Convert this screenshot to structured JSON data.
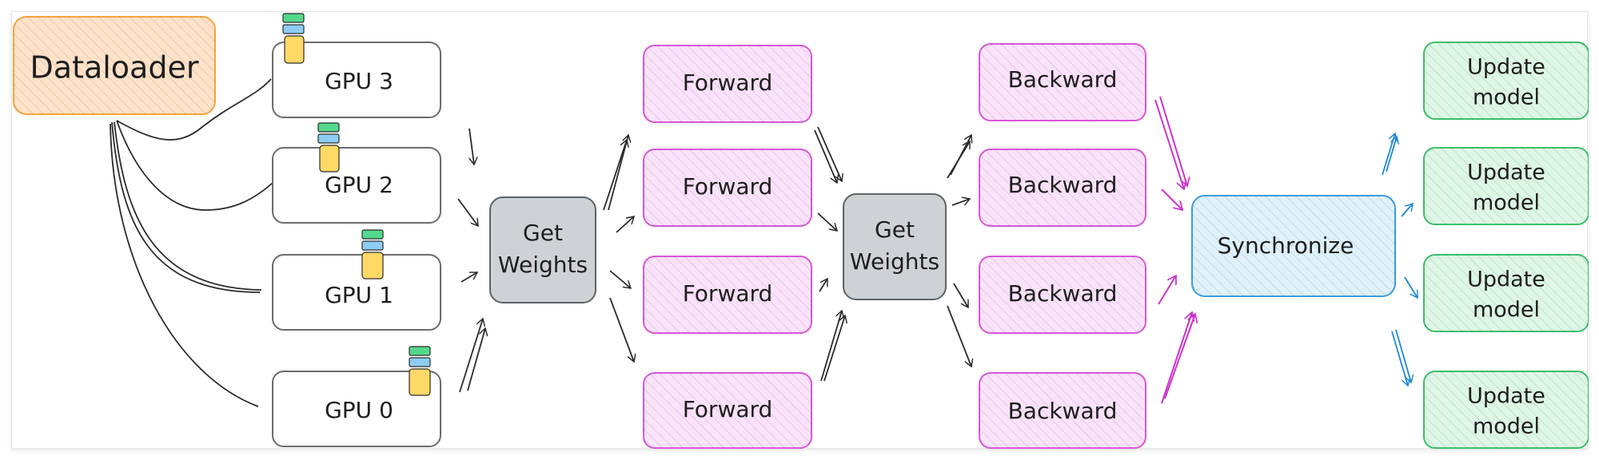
{
  "colors": {
    "dataloader_stroke": "#f5a53c",
    "dataloader_fill": "#ffe2c8",
    "gpu_stroke": "#6b6b6b",
    "gpu_fill": "#ffffff",
    "getweights_stroke": "#5f6266",
    "getweights_fill": "#cfd2d4",
    "forward_stroke": "#d957d9",
    "forward_fill": "#fbe2fb",
    "sync_stroke": "#3b9ddd",
    "sync_fill": "#dff1fb",
    "update_stroke": "#3cbf6a",
    "update_fill": "#ddf6e5",
    "arrow_dark": "#2b2b2b",
    "arrow_magenta": "#cc33cc",
    "arrow_blue": "#1e88d6",
    "chip_green": "#53d98c",
    "chip_blue": "#8ecdf3",
    "chip_yellow": "#ffd966"
  },
  "dataloader": {
    "label": "Dataloader"
  },
  "gpus": [
    "GPU 3",
    "GPU 2",
    "GPU 1",
    "GPU 0"
  ],
  "get_weights": [
    {
      "line1": "Get",
      "line2": "Weights"
    },
    {
      "line1": "Get",
      "line2": "Weights"
    }
  ],
  "forward": [
    "Forward",
    "Forward",
    "Forward",
    "Forward"
  ],
  "backward": [
    "Backward",
    "Backward",
    "Backward",
    "Backward"
  ],
  "synchronize": {
    "label": "Synchronize"
  },
  "update_model": [
    {
      "line1": "Update",
      "line2": "model"
    },
    {
      "line1": "Update",
      "line2": "model"
    },
    {
      "line1": "Update",
      "line2": "model"
    },
    {
      "line1": "Update",
      "line2": "model"
    }
  ]
}
